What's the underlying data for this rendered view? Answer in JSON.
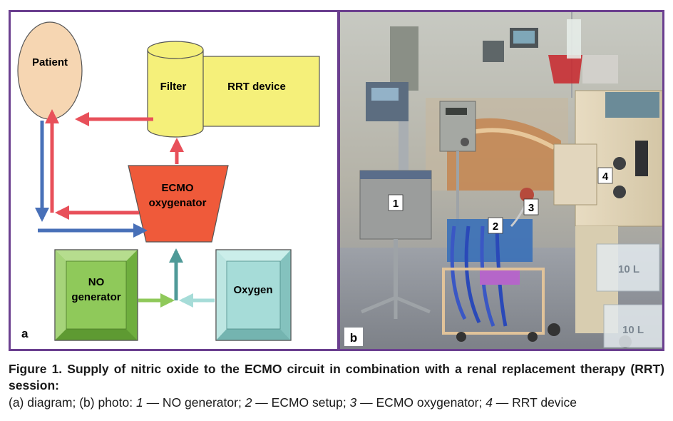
{
  "diagram": {
    "panel_label": "a",
    "patient_label": "Patient",
    "filter_label": "Filter",
    "rrt_label": "RRT device",
    "ecmo_line1": "ECMO",
    "ecmo_line2": "oxygenator",
    "no_line1": "NO",
    "no_line2": "generator",
    "oxygen_label": "Oxygen"
  },
  "photo": {
    "panel_label": "b",
    "marker_1": "1",
    "marker_2": "2",
    "marker_3": "3",
    "marker_4": "4",
    "bag_text": "10 L",
    "bag_text_2": "10 L"
  },
  "caption": {
    "title": "Figure 1. Supply of nitric oxide to the ECMO circuit in combination with a renal replacement therapy (RRT) session:",
    "prefix": "(a) diagram; (b) photo: ",
    "item1_num": "1",
    "item1_text": " — NO generator; ",
    "item2_num": "2",
    "item2_text": " — ECMO setup; ",
    "item3_num": "3",
    "item3_text": " — ECMO oxygenator; ",
    "item4_num": "4",
    "item4_text": " — RRT device"
  },
  "colors": {
    "frame": "#6b3f8f",
    "patient": "#f6d6b2",
    "yellow": "#f5f07a",
    "ecmo": "#ef5a3a",
    "red_arrow": "#e8505a",
    "blue_arrow": "#4870b8",
    "green": "#8fc95a",
    "oxygen": "#a6dcd8",
    "teal_arrow": "#4f9a98"
  }
}
